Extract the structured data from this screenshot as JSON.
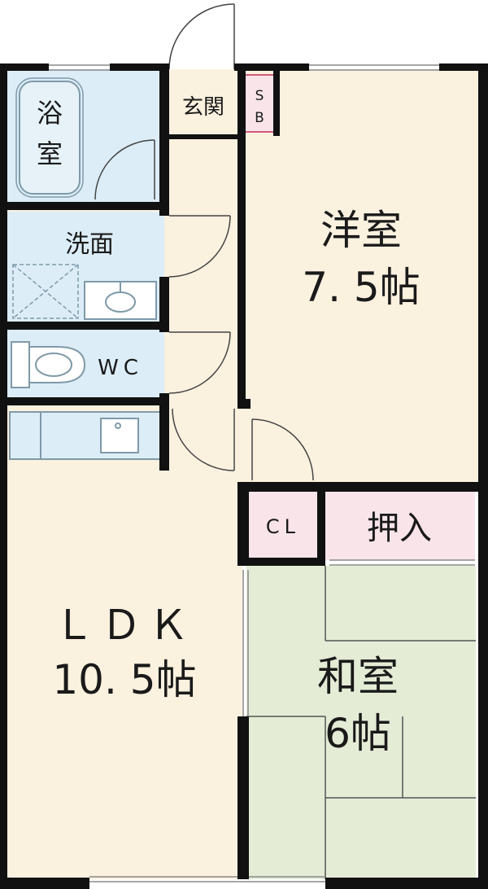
{
  "rooms": {
    "bath": {
      "line1": "浴",
      "line2": "室"
    },
    "entrance": {
      "label": "玄関"
    },
    "shoe_box": {
      "line1": "S",
      "line2": "B"
    },
    "washroom": {
      "label": "洗面"
    },
    "toilet": {
      "label": "WC"
    },
    "western_room": {
      "name": "洋室",
      "size": "7. 5帖"
    },
    "closet": {
      "label": "CL"
    },
    "oshiire": {
      "label": "押入"
    },
    "ldk": {
      "name": "ＬＤＫ",
      "size": "10. 5帖"
    },
    "japanese_room": {
      "name": "和室",
      "size": "6帖"
    }
  },
  "colors": {
    "wall": "#111111",
    "floor_wood": "#fbf1df",
    "floor_wet": "#dcedf7",
    "floor_tatami": "#e4ecd6",
    "storage_pink": "#f9e4ea",
    "fixture_line": "#7f9aa8",
    "door_line": "#444444"
  }
}
